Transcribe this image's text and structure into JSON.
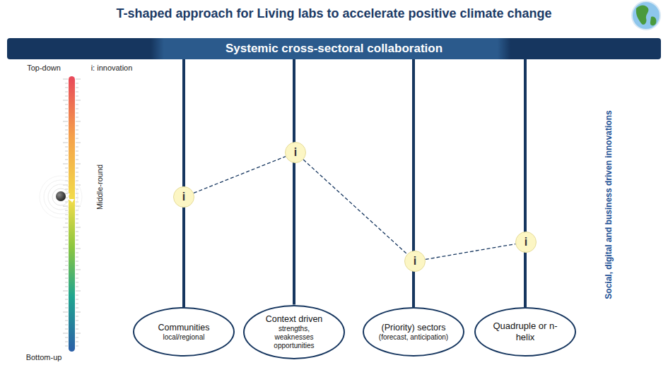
{
  "diagram": {
    "title": "T-shaped approach for Living labs to accelerate positive climate change",
    "nodes": [
      {
        "text": [
          "Systemic cross-sectoral collaboration"
        ]
      },
      {
        "text": [
          "i"
        ]
      },
      {
        "text": [
          "i"
        ]
      },
      {
        "text": [
          "i"
        ]
      },
      {
        "text": [
          "i"
        ]
      },
      {
        "text": [
          "Communities",
          "local/regional"
        ]
      },
      {
        "text": [
          "Context driven",
          "strengths, weaknesses opportunities"
        ]
      },
      {
        "text": [
          "(Priority) sectors",
          "(forecast, anticipation)"
        ]
      },
      {
        "text": [
          "Quadruple or n-helix"
        ]
      }
    ],
    "edges": [
      {
        "from": 0,
        "to": 5,
        "arrow": "none"
      },
      {
        "from": 0,
        "to": 6,
        "arrow": "none"
      },
      {
        "from": 0,
        "to": 7,
        "arrow": "none"
      },
      {
        "from": 0,
        "to": 8,
        "arrow": "none"
      },
      {
        "from": 1,
        "to": 2,
        "arrow": "none"
      },
      {
        "from": 2,
        "to": 3,
        "arrow": "none"
      },
      {
        "from": 3,
        "to": 4,
        "arrow": "none"
      }
    ],
    "labels": [
      "Top-down",
      "i: innovation",
      "Middle-round",
      "Bottom-up",
      "Social, digital and business driven innovations"
    ]
  }
}
